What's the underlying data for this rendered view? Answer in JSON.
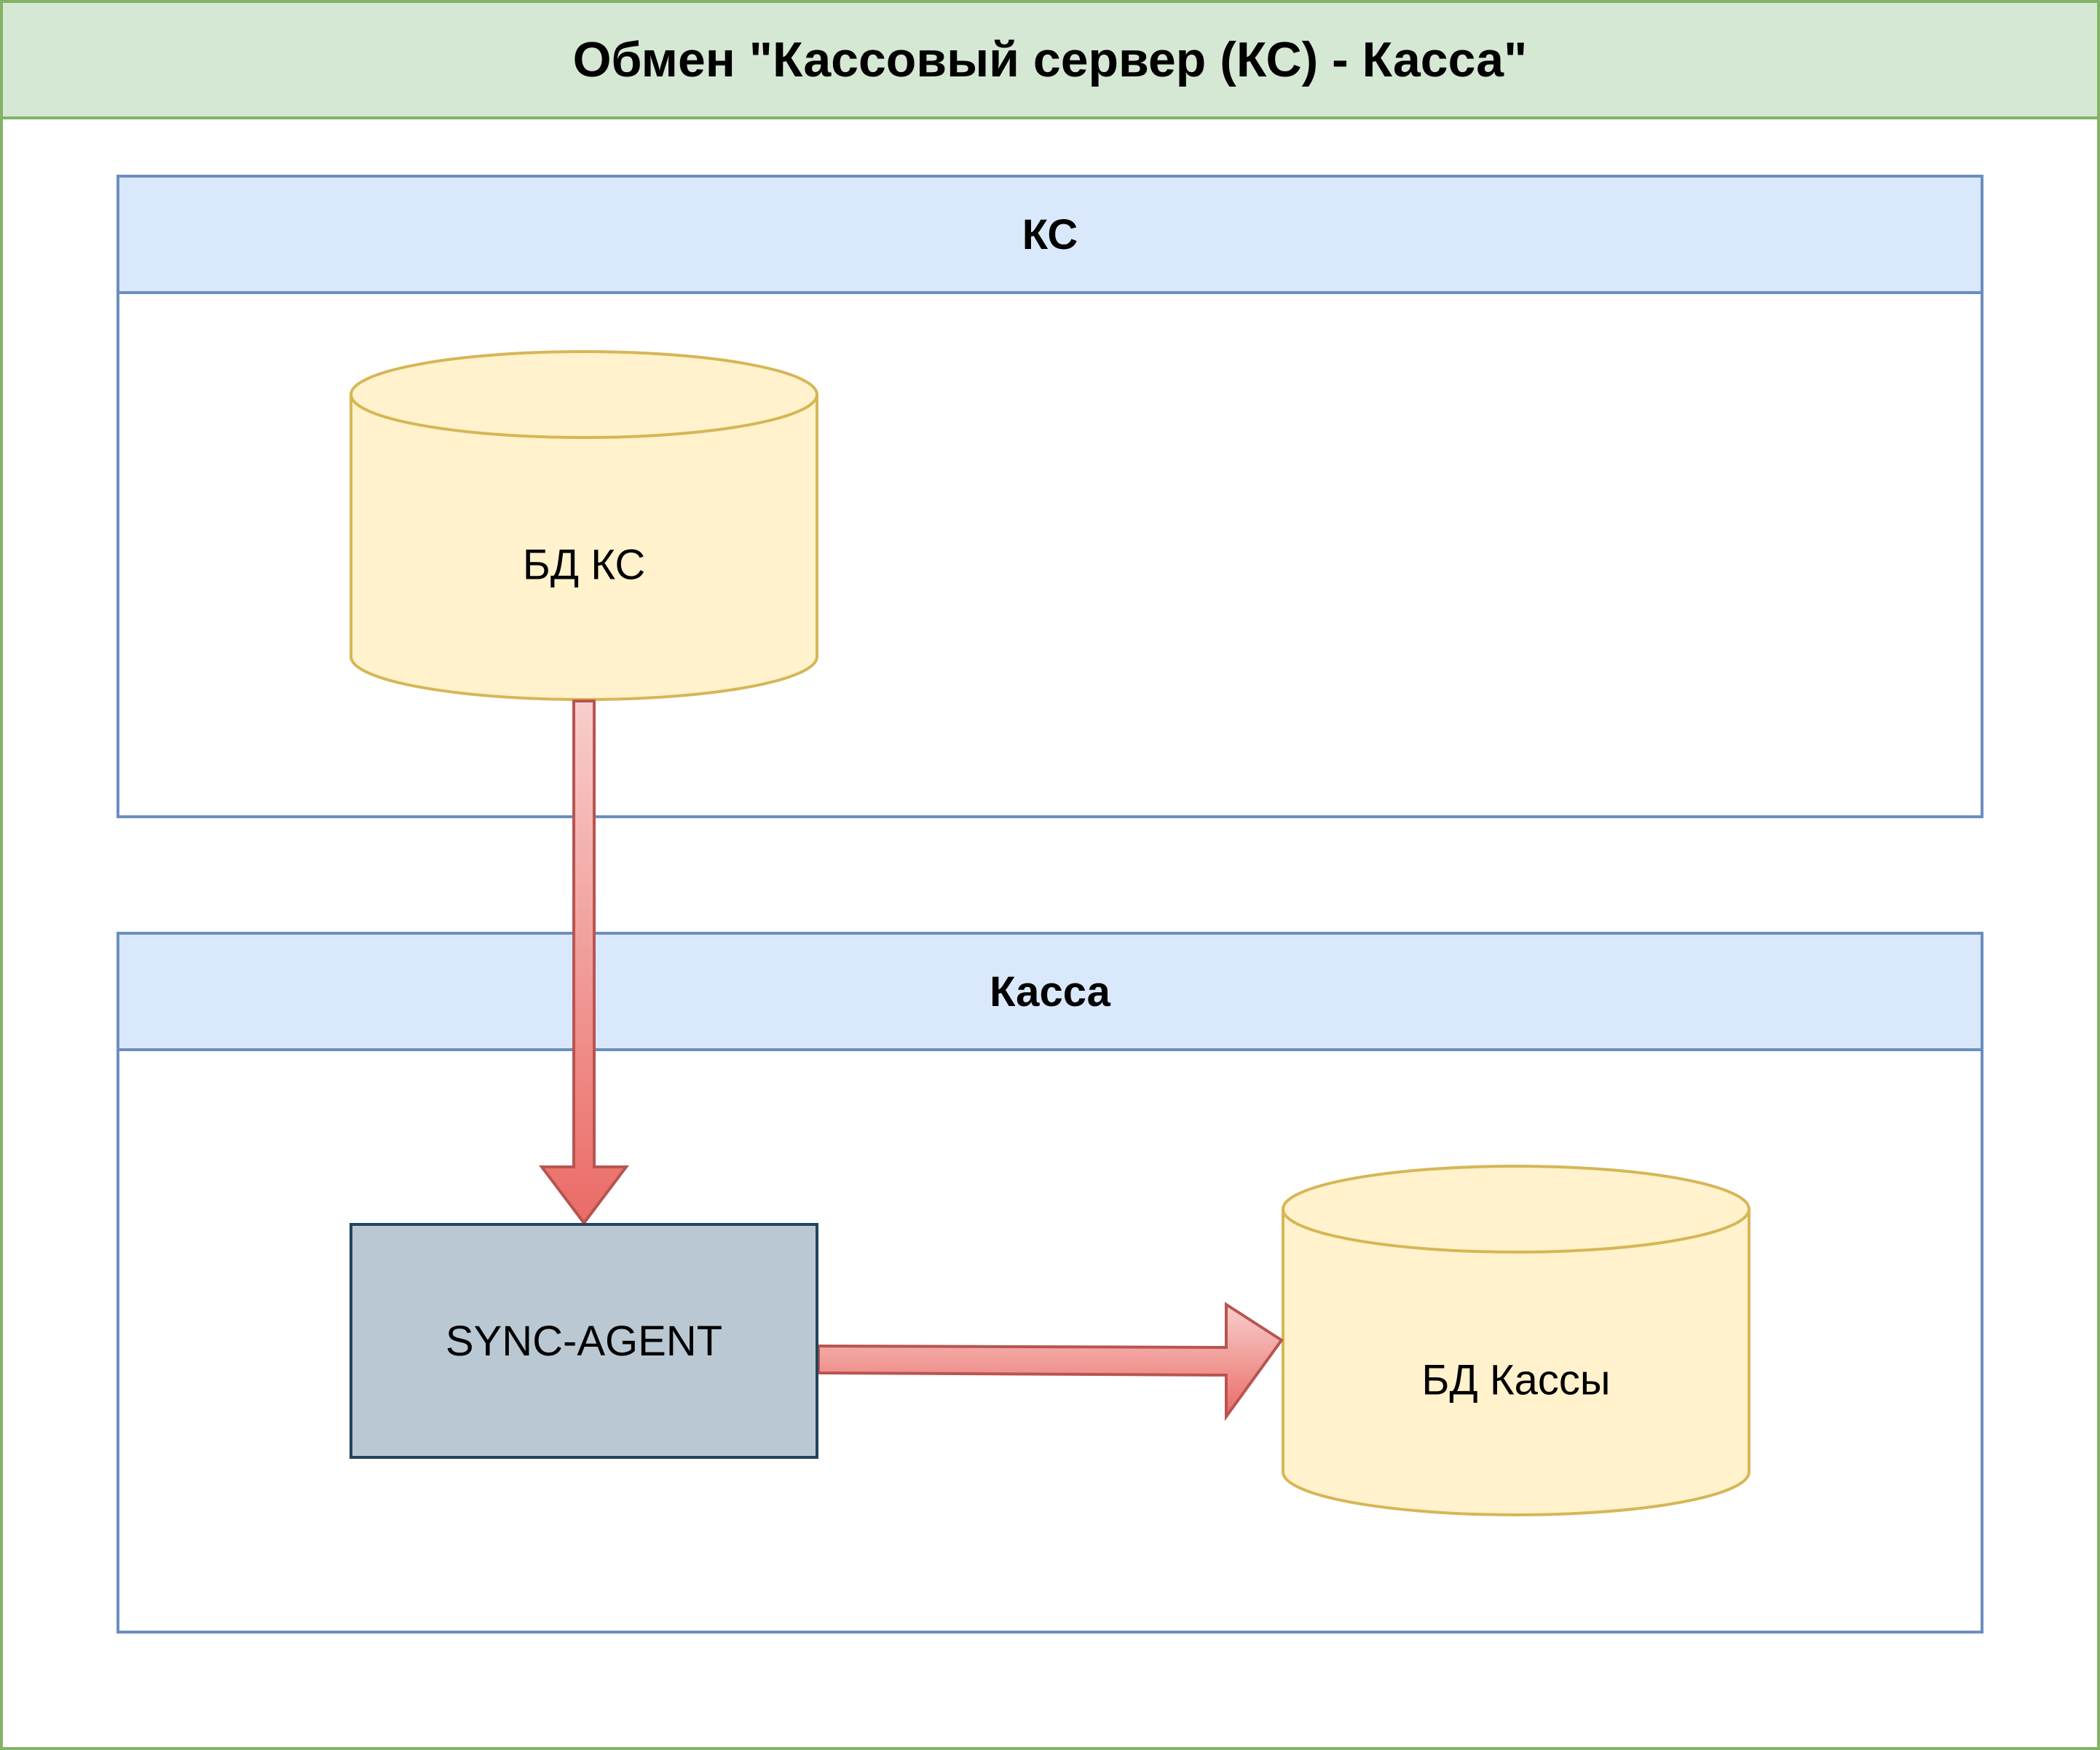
{
  "diagram": {
    "title": "Обмен \"Кассовый сервер (КС) - Касса\"",
    "lanes": [
      {
        "id": "ks",
        "label": "КС"
      },
      {
        "id": "kassa",
        "label": "Касса"
      }
    ],
    "nodes": {
      "db_ks": {
        "label": "БД КС",
        "shape": "database-cylinder",
        "lane": "КС"
      },
      "sync_agent": {
        "label": "SYNC-AGENT",
        "shape": "process-box",
        "lane": "Касса"
      },
      "db_kassa": {
        "label": "БД Кассы",
        "shape": "database-cylinder",
        "lane": "Касса"
      }
    },
    "edges": [
      {
        "from": "БД КС",
        "to": "SYNC-AGENT",
        "style": "block-arrow"
      },
      {
        "from": "SYNC-AGENT",
        "to": "БД Кассы",
        "style": "block-arrow"
      }
    ]
  },
  "colors": {
    "title_fill": "#d5e8d4",
    "title_stroke": "#82b366",
    "lane_fill": "#dae8fc",
    "lane_stroke": "#6c8ebf",
    "db_fill": "#fff2cc",
    "db_stroke": "#d6b656",
    "agent_fill": "#bac8d3",
    "agent_stroke": "#23445d",
    "arrow_fill_light": "#f8cecc",
    "arrow_fill_dark": "#ea6b66",
    "arrow_stroke": "#b85450"
  }
}
